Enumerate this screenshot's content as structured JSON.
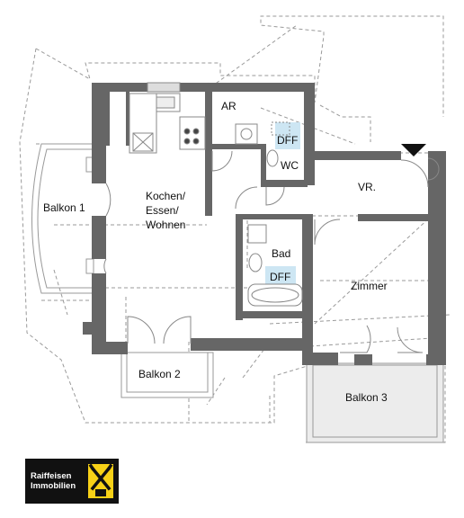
{
  "rooms": {
    "balkon1": "Balkon 1",
    "kochen_line1": "Kochen/",
    "kochen_line2": "Essen/",
    "kochen_line3": "Wohnen",
    "ar": "AR",
    "dff_wc": "DFF",
    "wc": "WC",
    "vr": "VR.",
    "bad": "Bad",
    "dff_bad": "DFF",
    "zimmer": "Zimmer",
    "balkon2": "Balkon 2",
    "balkon3": "Balkon 3"
  },
  "logo": {
    "line1": "Raiffeisen",
    "line2": "Immobilien",
    "icon": "raiffeisen-gable-cross-icon"
  },
  "colors": {
    "wall": "#666666",
    "dff": "#cde6f3",
    "balcony_fill": "#ececec",
    "logo_bg": "#111111",
    "logo_accent": "#f7d117"
  }
}
